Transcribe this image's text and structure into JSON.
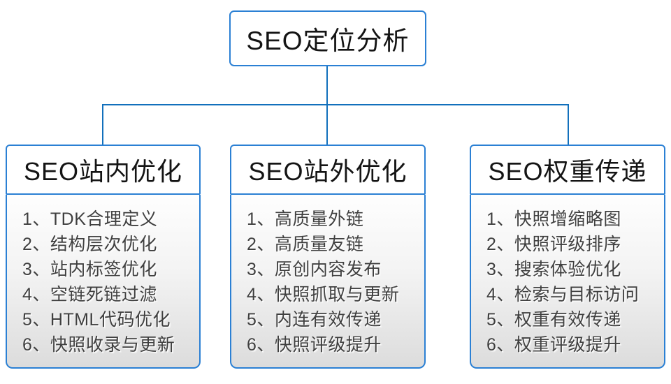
{
  "diagram": {
    "root_label": "SEO定位分析",
    "columns": [
      {
        "title": "SEO站内优化",
        "items": [
          "1、TDK合理定义",
          "2、结构层次优化",
          "3、站内标签优化",
          "4、空链死链过滤",
          "5、HTML代码优化",
          "6、快照收录与更新"
        ]
      },
      {
        "title": "SEO站外优化",
        "items": [
          "1、高质量外链",
          "2、高质量友链",
          "3、原创内容发布",
          "4、快照抓取与更新",
          "5、内连有效传递",
          "6、快照评级提升"
        ]
      },
      {
        "title": "SEO权重传递",
        "items": [
          "1、快照增缩略图",
          "2、快照评级排序",
          "3、搜索体验优化",
          "4、检索与目标访问",
          "5、权重有效传递",
          "6、权重评级提升"
        ]
      }
    ]
  },
  "colors": {
    "line": "#1270bc",
    "border": "#2b80d4",
    "header_text": "#141414",
    "item_text": "#3f3f3f"
  }
}
